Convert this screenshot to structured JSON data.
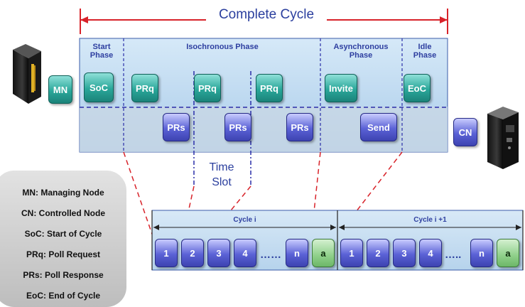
{
  "title": "Complete Cycle",
  "phases": {
    "start": "Start\nPhase",
    "isochronous": "Isochronous Phase",
    "asynchronous": "Asynchronous\nPhase",
    "idle": "Idle\nPhase"
  },
  "nodes": {
    "mn": "MN",
    "cn": "CN",
    "soc": "SoC",
    "prq": "PRq",
    "prs": "PRs",
    "invite": "Invite",
    "send": "Send",
    "eoc": "EoC"
  },
  "time_slot": "Time\nSlot",
  "legend": [
    "MN: Managing Node",
    "CN: Controlled Node",
    "SoC: Start of Cycle",
    "PRq: Poll Request",
    "PRs: Poll Response",
    "EoC: End of Cycle"
  ],
  "cycles": {
    "cycle_i": "Cycle i",
    "cycle_i1": "Cycle  i +1",
    "dots": "……",
    "dots2": "…..",
    "slots_i": [
      "1",
      "2",
      "3",
      "4",
      "n",
      "a"
    ],
    "slots_i1": [
      "1",
      "2",
      "3",
      "4",
      "n",
      "a"
    ]
  },
  "colors": {
    "timeline_red": "#d8232a",
    "phase_blue": "#bcd9f2",
    "dashed_blue": "#2a2ea8"
  }
}
